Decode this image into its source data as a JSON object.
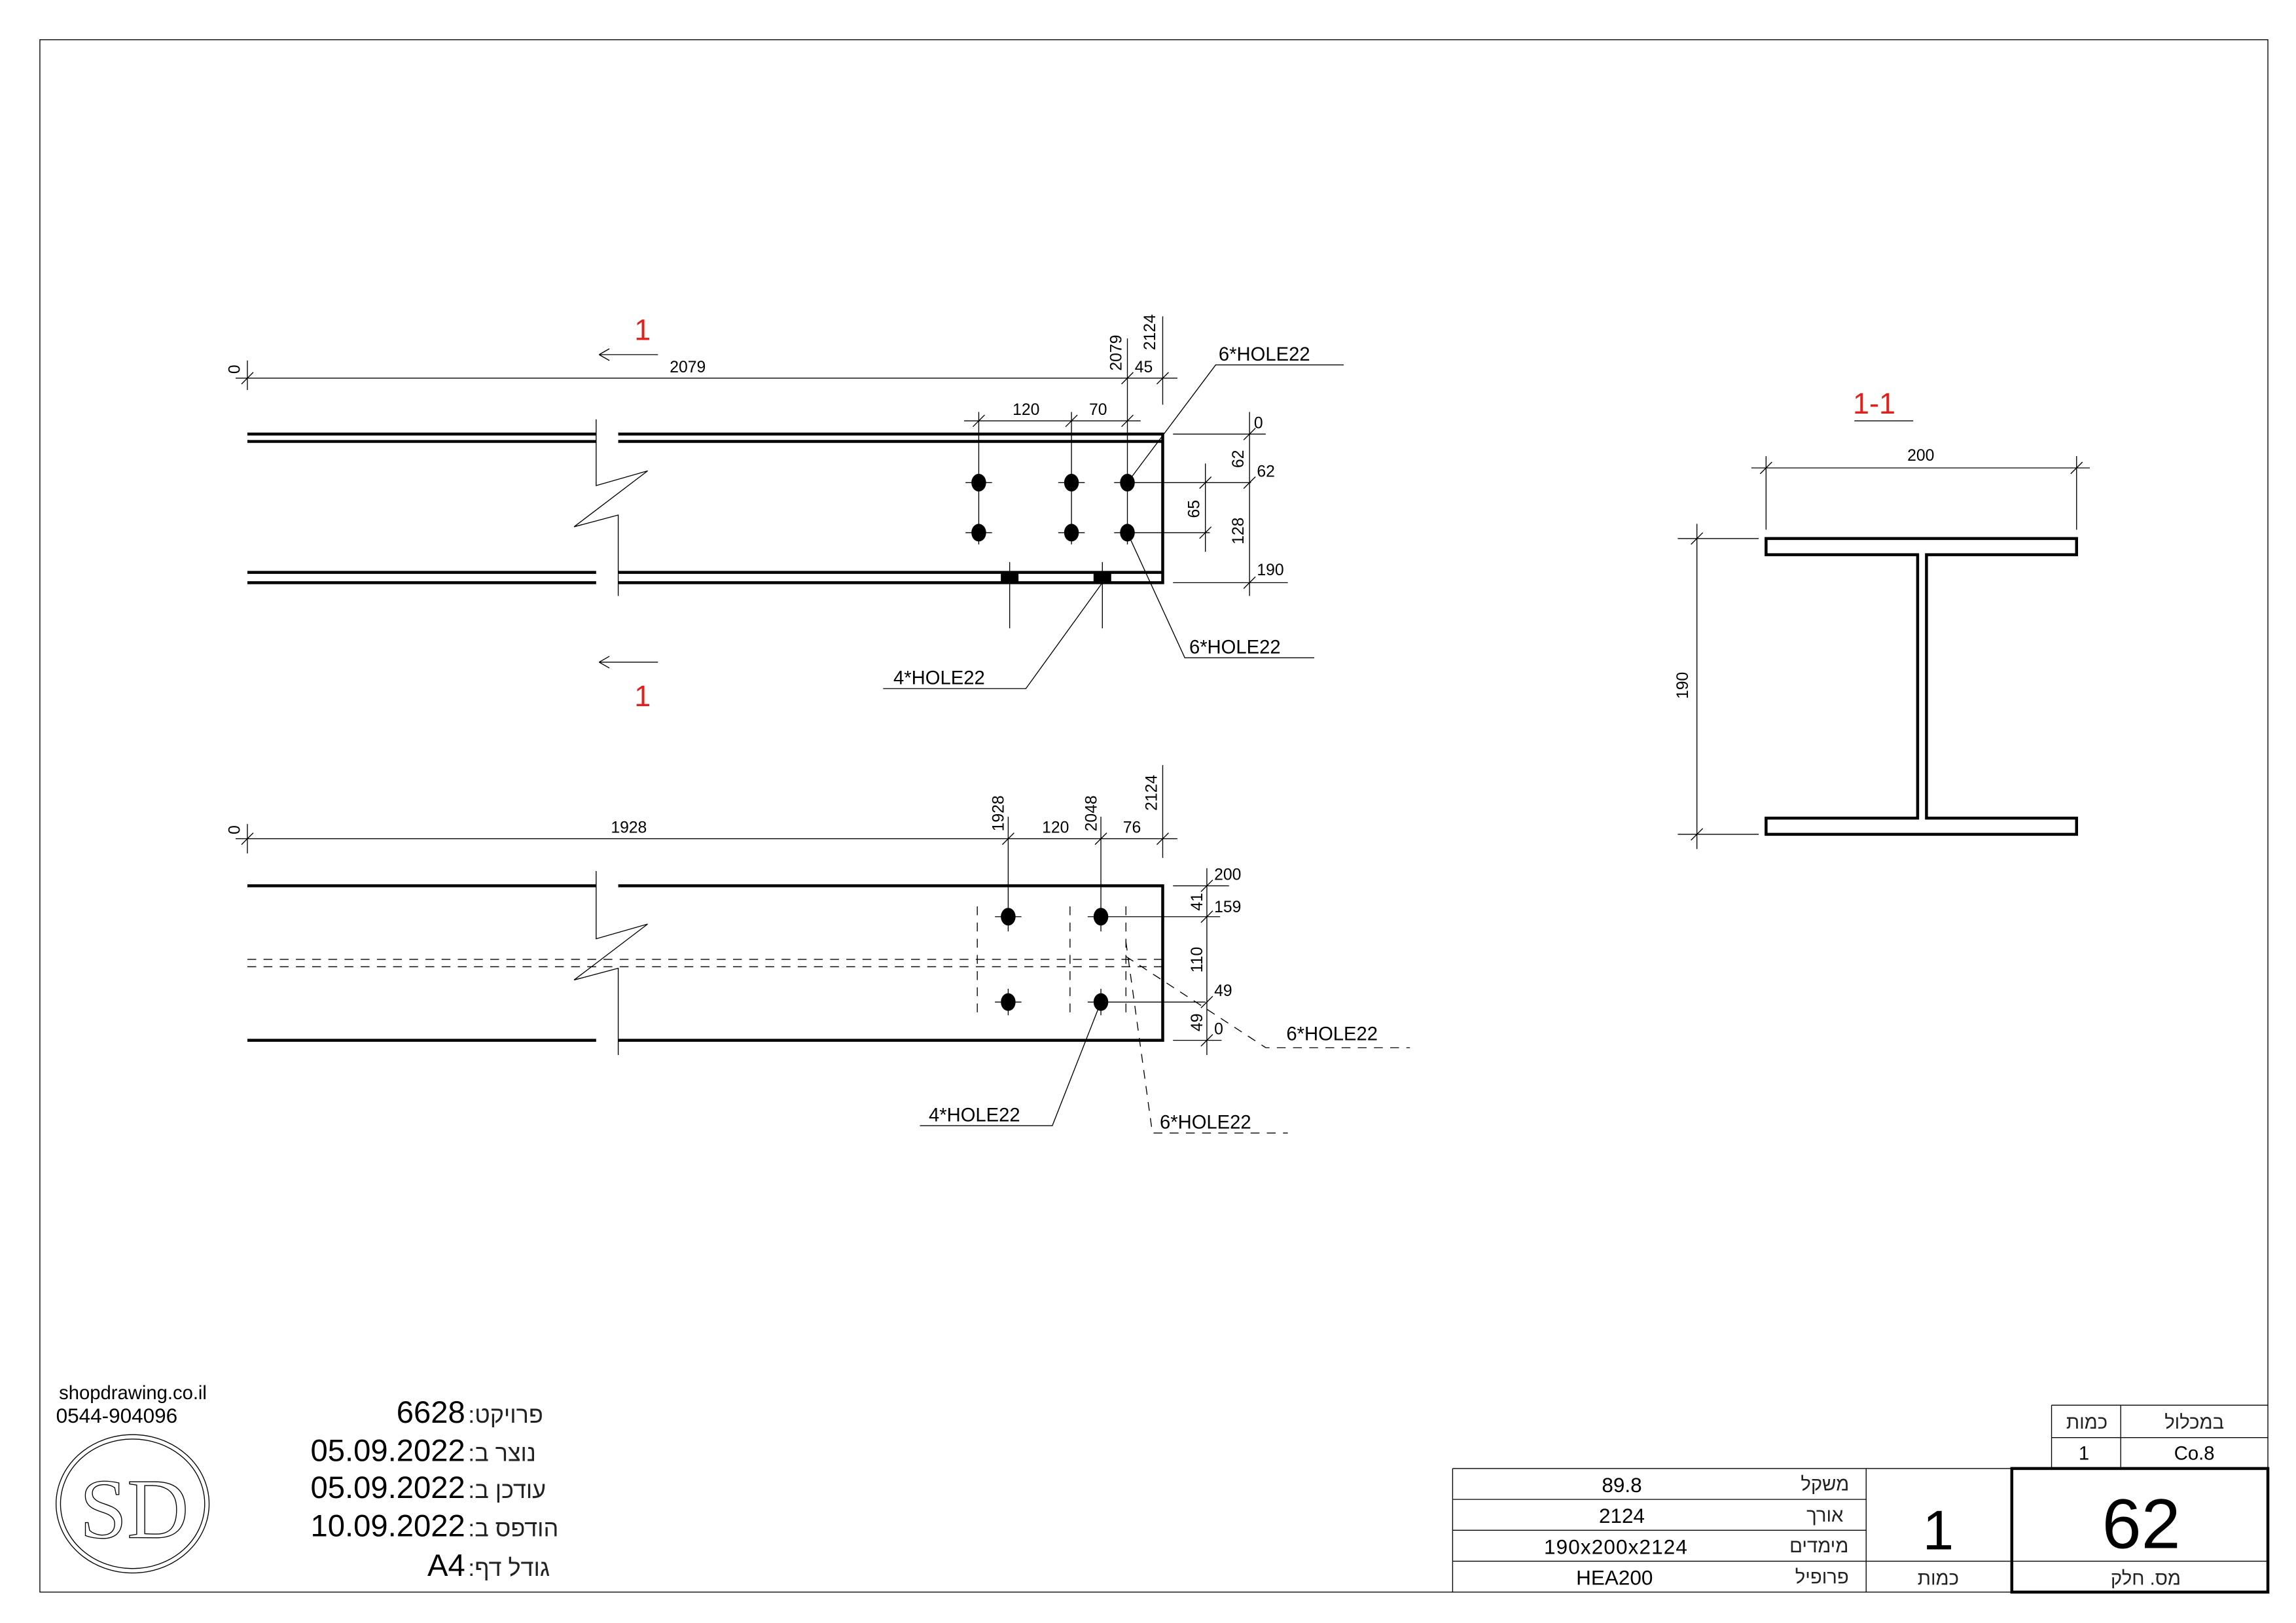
{
  "colors": {
    "section_label": "#e0201b",
    "line": "#000000"
  },
  "top_view": {
    "section_mark": "1",
    "dims": {
      "zero": "0",
      "overall": "2079",
      "pos_2079": "2079",
      "pos_2124": "2124",
      "end_gap": "45",
      "spacing_120": "120",
      "spacing_70": "70",
      "v_0": "0",
      "v_62": "62",
      "v_62b": "62",
      "v_190": "190",
      "v_128": "128",
      "v_65": "65"
    },
    "callouts": {
      "web_holes_top": "6*HOLE22",
      "web_holes_bottom": "6*HOLE22",
      "flange_holes": "4*HOLE22"
    }
  },
  "bottom_view": {
    "dims": {
      "zero": "0",
      "overall": "1928",
      "pos_1928": "1928",
      "spacing_120": "120",
      "pos_2048": "2048",
      "end_gap": "76",
      "pos_2124": "2124",
      "v_200": "200",
      "v_159": "159",
      "v_49": "49",
      "v_0": "0",
      "v_41": "41",
      "v_110": "110",
      "v_49b": "49"
    },
    "callouts": {
      "flange_holes": "4*HOLE22",
      "web_holes_a": "6*HOLE22",
      "web_holes_b": "6*HOLE22"
    }
  },
  "section_view": {
    "title": "1-1",
    "width": "200",
    "height": "190"
  },
  "company": {
    "website": "shopdrawing.co.il",
    "phone": "0544-904096",
    "logo_text": "SD"
  },
  "project_info": [
    {
      "label": "פרויקט",
      "value": "6628"
    },
    {
      "label": "נוצר ב",
      "value": "05.09.2022"
    },
    {
      "label": "עודכן ב",
      "value": "05.09.2022"
    },
    {
      "label": "הודפס ב",
      "value": "10.09.2022"
    },
    {
      "label": "גודל דף",
      "value": "A4"
    }
  ],
  "title_block": {
    "assembly_header": "במכלול",
    "assembly_qty_header": "כמות",
    "assembly": "Co.8",
    "assembly_qty": "1",
    "rows": [
      {
        "label": "משקל",
        "value": "89.8"
      },
      {
        "label": "אורך",
        "value": "2124"
      },
      {
        "label": "מימדים",
        "value": "190x200x2124"
      },
      {
        "label": "פרופיל",
        "value": "HEA200"
      }
    ],
    "quantity": "1",
    "quantity_label": "כמות",
    "part_number": "62",
    "part_number_label": "מס. חלק"
  }
}
